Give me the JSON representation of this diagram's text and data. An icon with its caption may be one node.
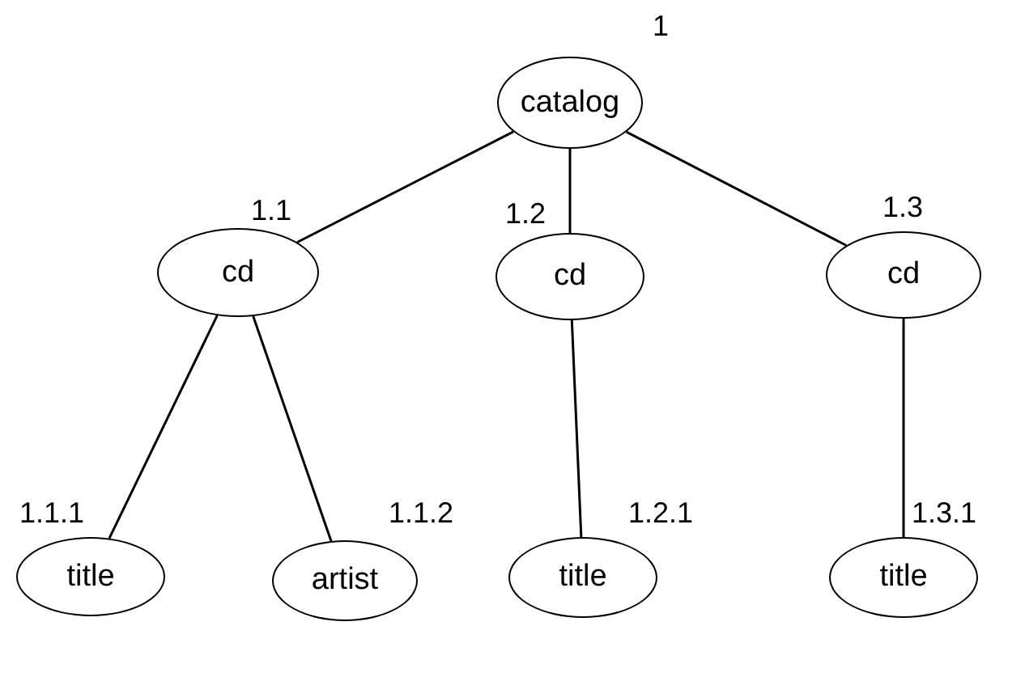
{
  "diagram": {
    "nodes": [
      {
        "text": [
          "catalog"
        ],
        "beside": [
          "1"
        ]
      },
      {
        "text": [
          "cd"
        ],
        "beside": [
          "1.1"
        ]
      },
      {
        "text": [
          "cd"
        ],
        "beside": [
          "1.2"
        ]
      },
      {
        "text": [
          "cd"
        ],
        "beside": [
          "1.3"
        ]
      },
      {
        "text": [
          "title"
        ],
        "beside": [
          "1.1.1"
        ]
      },
      {
        "text": [
          "artist"
        ],
        "beside": [
          "1.1.2"
        ]
      },
      {
        "text": [
          "title"
        ],
        "beside": [
          "1.2.1"
        ]
      },
      {
        "text": [
          "title"
        ],
        "beside": [
          "1.3.1"
        ]
      }
    ],
    "edges": [
      {
        "from": 0,
        "to": 1,
        "arrow": "none"
      },
      {
        "from": 0,
        "to": 2,
        "arrow": "none"
      },
      {
        "from": 0,
        "to": 3,
        "arrow": "none"
      },
      {
        "from": 1,
        "to": 4,
        "arrow": "none"
      },
      {
        "from": 1,
        "to": 5,
        "arrow": "none"
      },
      {
        "from": 2,
        "to": 6,
        "arrow": "none"
      },
      {
        "from": 3,
        "to": 7,
        "arrow": "none"
      }
    ]
  }
}
